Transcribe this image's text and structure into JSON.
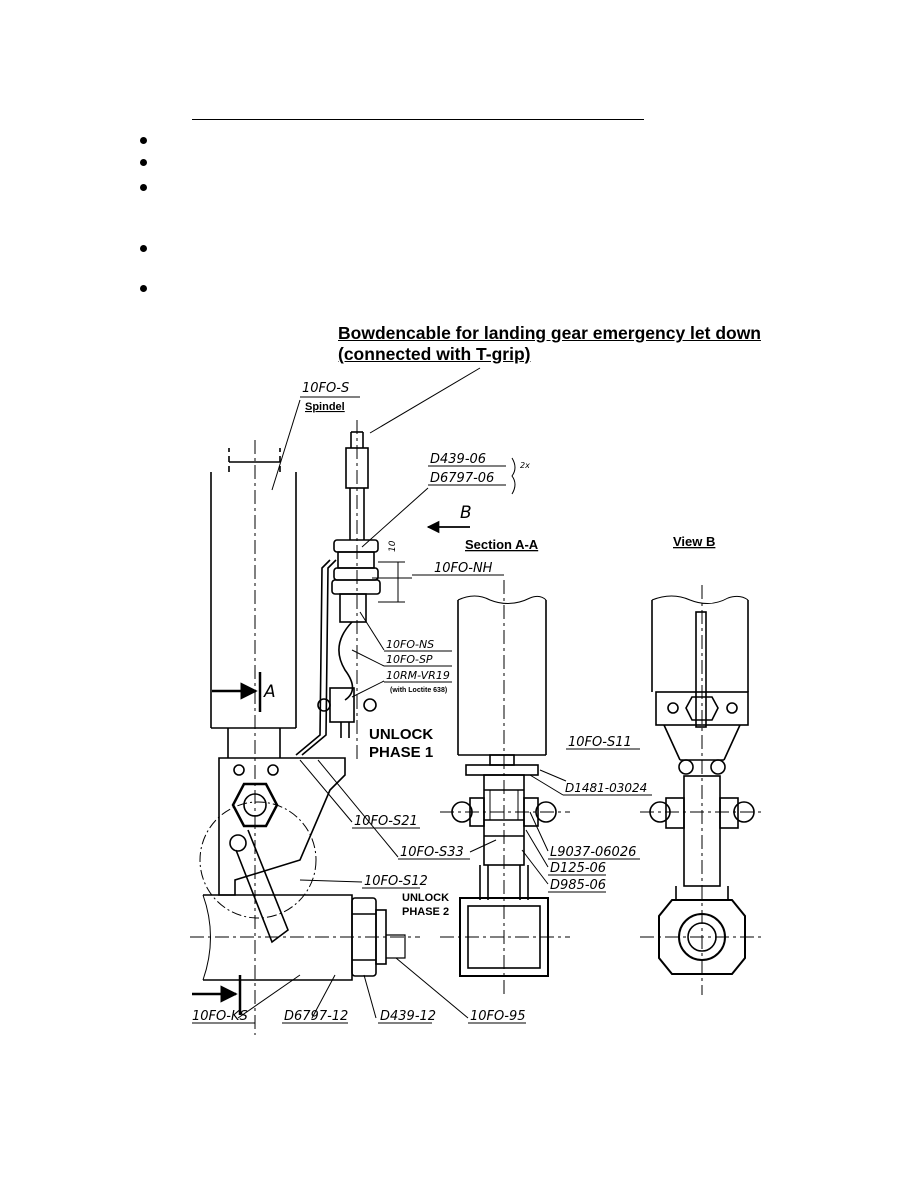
{
  "heading": {
    "title_line1": "Bowdencable for landing gear emergency let down",
    "title_line2": "(connected with T-grip)"
  },
  "view_titles": {
    "section": "Section A-A",
    "view": "View B",
    "arrow_b": "B",
    "arrow_a": "A"
  },
  "callouts": {
    "spindle_code": "10FO-S",
    "spindle_name": "Spindel",
    "d439_06": "D439-06",
    "d6797_06": "D6797-06",
    "qty": "2x",
    "dim_10": "10",
    "nh": "10FO-NH",
    "ns": "10FO-NS",
    "sp": "10FO-SP",
    "vr19": "10RM-VR19",
    "loctite": "(with Loctite 638)",
    "unlock1_a": "UNLOCK",
    "unlock1_b": "PHASE 1",
    "s11": "10FO-S11",
    "d1481": "D1481-03024",
    "s21": "10FO-S21",
    "s33": "10FO-S33",
    "l9037": "L9037-06026",
    "d125": "D125-06",
    "d985": "D985-06",
    "s12": "10FO-S12",
    "unlock2_a": "UNLOCK",
    "unlock2_b": "PHASE 2",
    "ks": "10FO-KS",
    "d6797_12": "D6797-12",
    "d439_12": "D439-12",
    "f95": "10FO-95"
  }
}
